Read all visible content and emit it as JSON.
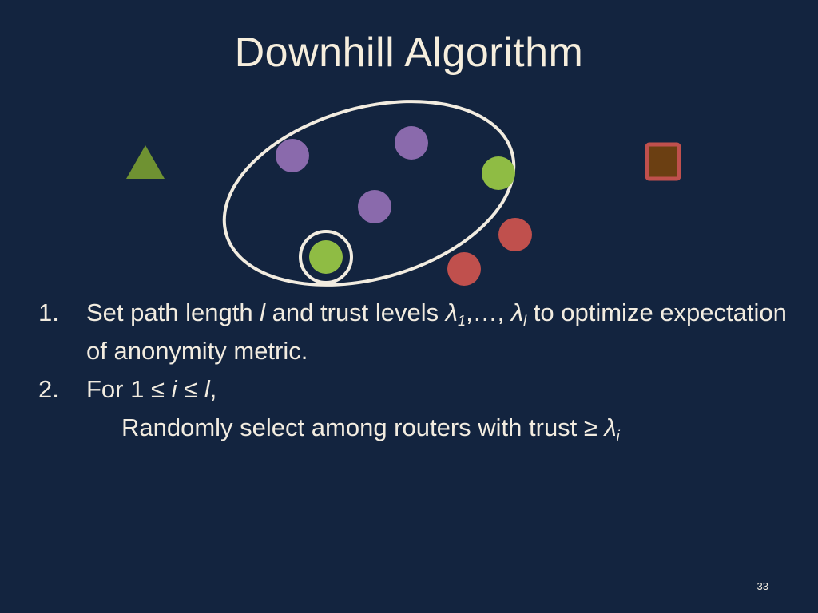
{
  "slide": {
    "title": "Downhill Algorithm",
    "page_number": "33"
  },
  "list": {
    "item1": {
      "number": "1.",
      "text_a": "Set path length ",
      "var_l": "l",
      "text_b": " and trust levels ",
      "lambda": "λ",
      "sub_1": "1",
      "text_c": ",…, ",
      "lambda2": "λ",
      "sub_l": "l",
      "text_d": " to optimize expectation of anonymity metric."
    },
    "item2": {
      "number": "2.",
      "text_a": "For 1 ≤ ",
      "var_i": "i",
      "text_b": " ≤ ",
      "var_l": "l",
      "text_c": ","
    },
    "item2_sub": {
      "text_a": "Randomly select among routers with trust ≥ ",
      "lambda": "λ",
      "sub_i": "i"
    }
  },
  "colors": {
    "background": "#13243f",
    "text": "#f2ece0",
    "purple": "#8a6aac",
    "green": "#8fbc44",
    "red": "#c0504d",
    "triangle": "#6f9232",
    "square_fill": "#6b3f12",
    "square_border": "#c0504d",
    "ellipse_stroke": "#f2ece0"
  }
}
